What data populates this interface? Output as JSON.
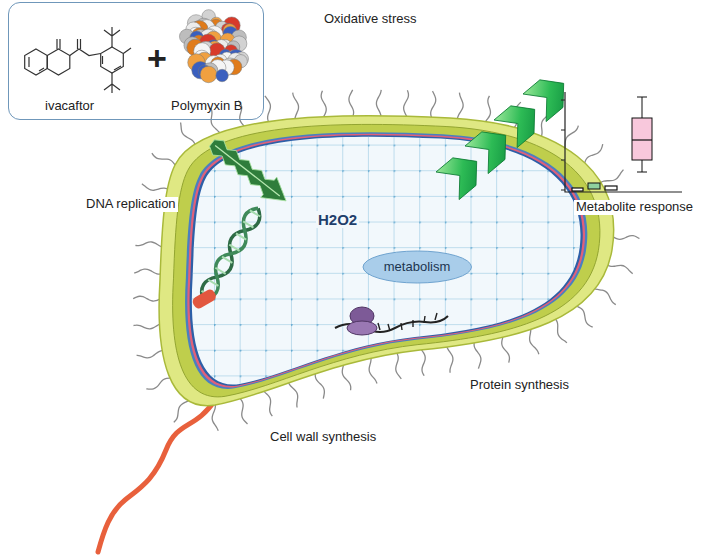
{
  "diagram": {
    "nodes": [
      {
        "text": [
          "ivacaftor",
          "+",
          "Polymyxin B"
        ]
      },
      {
        "text": [
          "metabolism"
        ]
      }
    ],
    "labels": [
      "Oxidative stress",
      "DNA replication",
      "H2O2",
      "Metabolite response",
      "Protein synthesis",
      "Cell wall synthesis"
    ]
  }
}
